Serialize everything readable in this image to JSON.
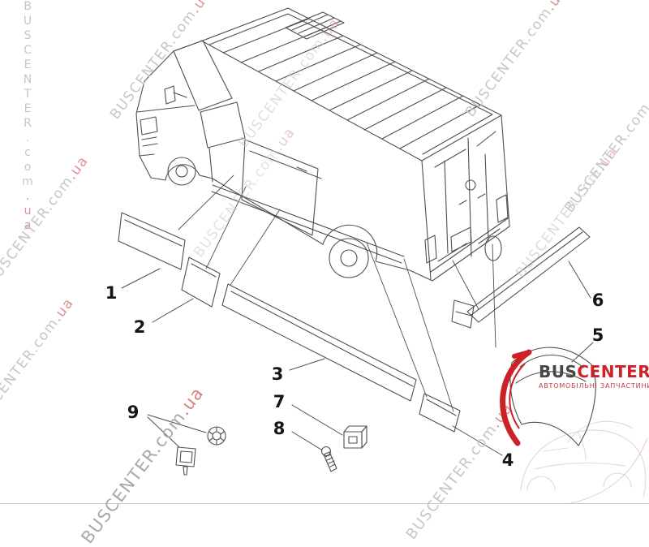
{
  "colors": {
    "line": "#4f4f4f",
    "watermark_gray": "#c6c6c6",
    "watermark_red": "#e09090",
    "logo_red": "#cc2227",
    "logo_dark": "#474747"
  },
  "watermark": {
    "brand": "BUSCENTER",
    "dot_com": ".com",
    "dot_ua": ".ua"
  },
  "logo": {
    "brand_primary": "BUS",
    "brand_secondary": "CENTER",
    "tagline": "АВТОМОБІЛЬНІ ЗАПЧАСТИНИ"
  },
  "diagram": {
    "callouts": [
      {
        "label": "1"
      },
      {
        "label": "2"
      },
      {
        "label": "3"
      },
      {
        "label": "4"
      },
      {
        "label": "5"
      },
      {
        "label": "6"
      },
      {
        "label": "7"
      },
      {
        "label": "8"
      },
      {
        "label": "9"
      }
    ]
  }
}
